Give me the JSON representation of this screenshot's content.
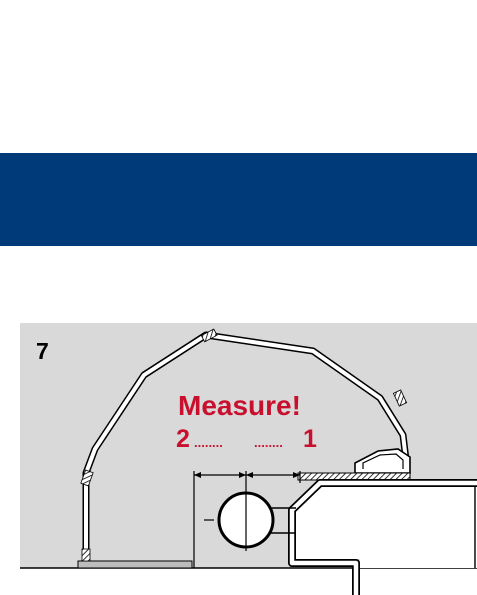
{
  "colors": {
    "band": "#003a78",
    "panel_bg": "#d9d9d9",
    "accent": "#c8102e",
    "line": "#000000",
    "white": "#ffffff"
  },
  "figure": {
    "step_number": "7",
    "heading": "Measure!",
    "point_left": "2",
    "point_right": "1",
    "dots_left": "........",
    "dots_right": "........"
  }
}
